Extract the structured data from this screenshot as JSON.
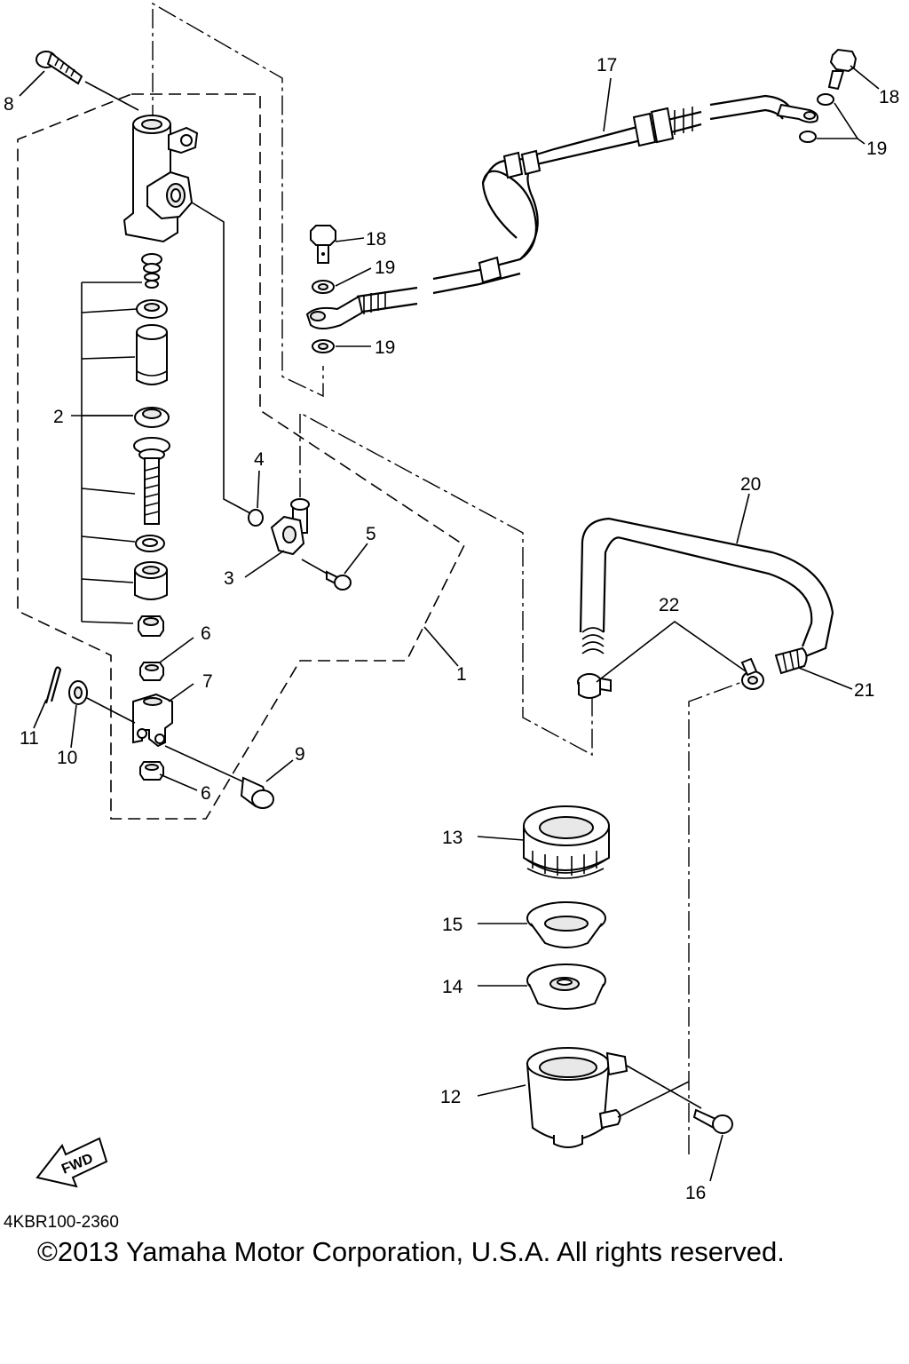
{
  "callouts": {
    "c1": "1",
    "c2": "2",
    "c3": "3",
    "c4": "4",
    "c5": "5",
    "c6a": "6",
    "c6b": "6",
    "c7": "7",
    "c8": "8",
    "c9": "9",
    "c10": "10",
    "c11": "11",
    "c12": "12",
    "c13": "13",
    "c14": "14",
    "c15": "15",
    "c16": "16",
    "c17": "17",
    "c18a": "18",
    "c18b": "18",
    "c19a": "19",
    "c19b": "19",
    "c19c": "19",
    "c20": "20",
    "c21": "21",
    "c22": "22"
  },
  "fwd_label": "FWD",
  "footer": {
    "ref_code": "4KBR100-2360",
    "copyright": "©2013 Yamaha Motor Corporation, U.S.A. All rights reserved."
  }
}
